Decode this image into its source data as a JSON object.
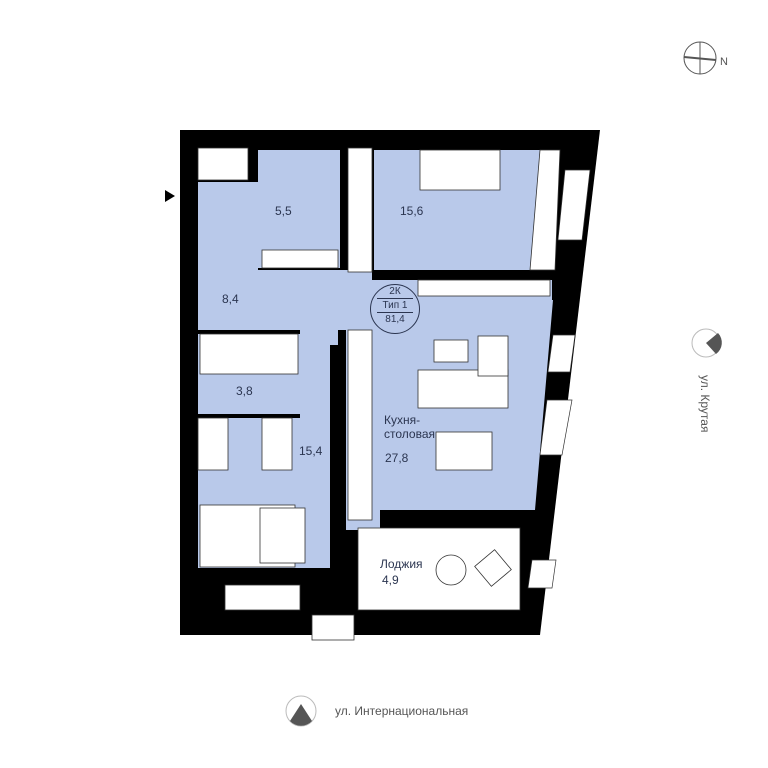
{
  "compass": {
    "north_label": "N"
  },
  "badge": {
    "rooms": "2К",
    "type": "Тип 1",
    "total_area": "81,4"
  },
  "rooms": [
    {
      "id": "bathroom",
      "area": "5,5"
    },
    {
      "id": "bedroom-1",
      "area": "15,6"
    },
    {
      "id": "hallway",
      "area": "8,4"
    },
    {
      "id": "wc",
      "area": "3,8"
    },
    {
      "id": "bedroom-2",
      "area": "15,4"
    },
    {
      "id": "kitchen-dining",
      "name_line1": "Кухня-",
      "name_line2": "столовая",
      "area": "27,8"
    },
    {
      "id": "loggia",
      "name": "Лоджия",
      "area": "4,9"
    }
  ],
  "streets": {
    "bottom": "ул. Интернациональная",
    "right": "ул. Крутая"
  },
  "colors": {
    "floor": "#b9c9ea",
    "wall": "#000000",
    "line": "#333333",
    "text": "#2b3550"
  }
}
